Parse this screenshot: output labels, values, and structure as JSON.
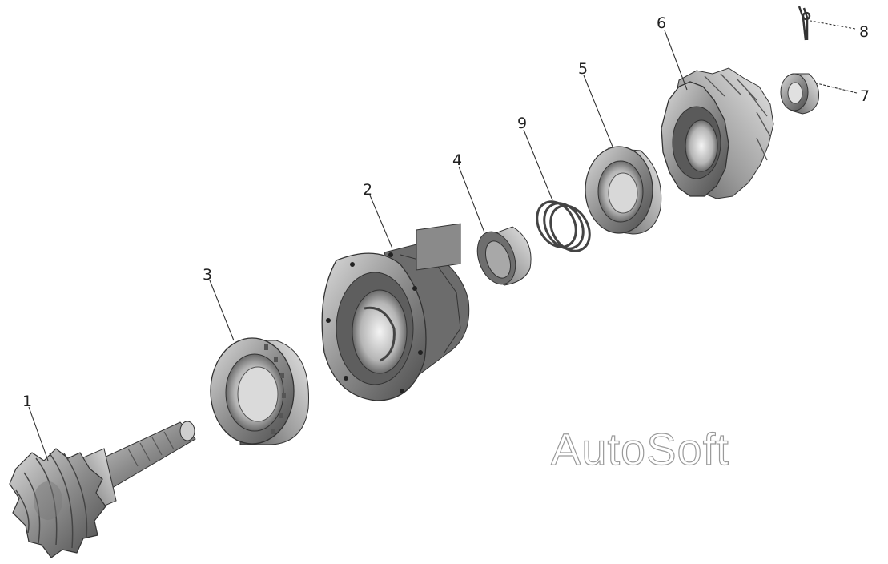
{
  "callouts": {
    "c1": "1",
    "c2": "2",
    "c3": "3",
    "c4": "4",
    "c5": "5",
    "c6": "6",
    "c7": "7",
    "c8": "8",
    "c9": "9"
  },
  "watermark": "AutoSoft",
  "colors": {
    "metal_dark": "#555555",
    "metal_mid": "#8c8c8c",
    "metal_light": "#c8c8c8",
    "line": "#333333"
  }
}
